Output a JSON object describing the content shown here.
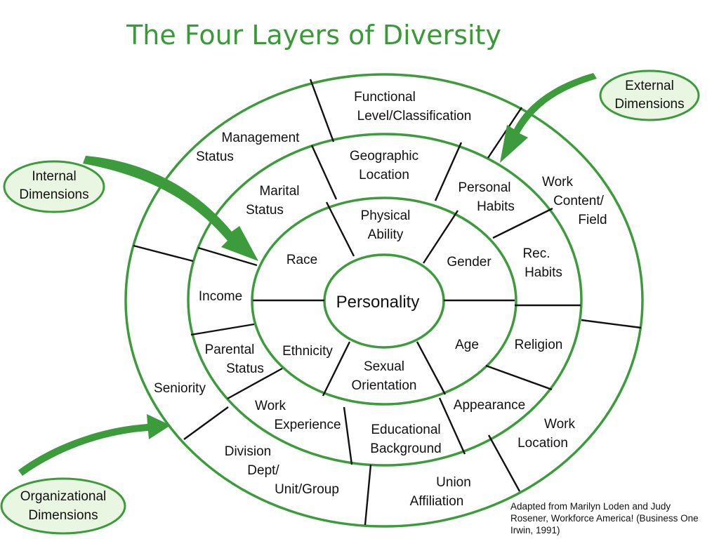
{
  "title": "The Four Layers of Diversity",
  "core": "Personality",
  "internal": [
    "Race",
    "Physical Ability",
    "Gender",
    "Age",
    "Sexual Orientation",
    "Ethnicity"
  ],
  "external": [
    "Geographic Location",
    "Personal Habits",
    "Rec. Habits",
    "Religion",
    "Appearance",
    "Educational Background",
    "Work Experience",
    "Parental Status",
    "Income",
    "Marital Status"
  ],
  "organizational": [
    "Functional Level/Classification",
    "Work Content/ Field",
    "Work Location",
    "Union Affiliation",
    "Division Dept/ Unit/Group",
    "Seniority",
    "Management Status"
  ],
  "callouts": {
    "external": "External Dimensions",
    "internal": "Internal Dimensions",
    "organizational": "Organizational Dimensions"
  },
  "citation": "Adapted from Marilyn Loden and Judy Rosener, Workforce America! (Business One Irwin, 1991)",
  "colors": {
    "accent": "#3c9c3c",
    "bubble_fill": "#e9f6e2"
  }
}
